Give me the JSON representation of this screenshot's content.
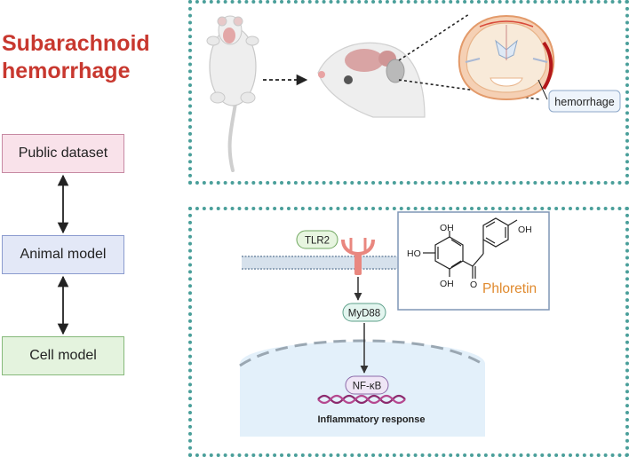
{
  "title": {
    "line1": "Subarachnoid",
    "line2": "hemorrhage"
  },
  "workflow": {
    "public_dataset": "Public dataset",
    "animal_model": "Animal model",
    "cell_model": "Cell model"
  },
  "top_panel": {
    "hemorrhage_label": "hemorrhage"
  },
  "bottom_panel": {
    "receptor_label": "TLR2",
    "adaptor_label": "MyD88",
    "transcription_label": "NF-κB",
    "response_label": "Inflammatory response",
    "compound_name": "Phloretin",
    "oh_labels": [
      "OH",
      "HO",
      "OH",
      "OH"
    ]
  },
  "colors": {
    "title": "#c8382f",
    "panel_border": "#4a9f9a",
    "compound_name": "#e08a2e"
  }
}
